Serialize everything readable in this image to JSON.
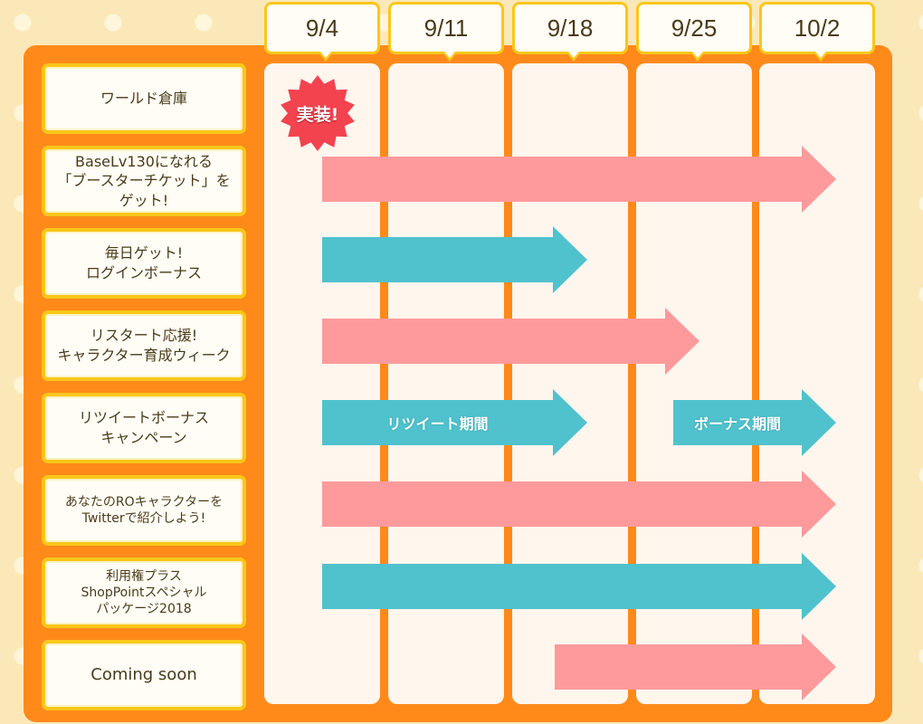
{
  "dates": [
    "9/4",
    "9/11",
    "9/18",
    "9/25",
    "10/2"
  ],
  "badge": {
    "label": "実装!",
    "color": "#f2434f"
  },
  "colors": {
    "pink": "#ff9a9c",
    "teal": "#50c2cd",
    "board": "#ff8a1a",
    "border": "#f9c71a"
  },
  "rows": [
    {
      "label": "ワールド倉庫"
    },
    {
      "label": "BaseLv130になれる\n「ブースターチケット」をゲット!"
    },
    {
      "label": "毎日ゲット!\nログインボーナス"
    },
    {
      "label": "リスタート応援!\nキャラクター育成ウィーク"
    },
    {
      "label": "リツイートボーナス\nキャンペーン"
    },
    {
      "label": "あなたのROキャラクターを\nTwitterで紹介しよう!"
    },
    {
      "label": "利用権プラス\nShopPointスペシャル\nパッケージ2018"
    },
    {
      "label": "Coming soon"
    }
  ],
  "bars": [
    {
      "row": 1,
      "color": "pink",
      "text": ""
    },
    {
      "row": 2,
      "color": "teal",
      "text": ""
    },
    {
      "row": 3,
      "color": "pink",
      "text": ""
    },
    {
      "row": 4,
      "color": "teal",
      "text": "リツイート期間"
    },
    {
      "row": 4,
      "color": "teal",
      "text": "ボーナス期間"
    },
    {
      "row": 5,
      "color": "pink",
      "text": ""
    },
    {
      "row": 6,
      "color": "teal",
      "text": ""
    },
    {
      "row": 7,
      "color": "pink",
      "text": ""
    }
  ]
}
